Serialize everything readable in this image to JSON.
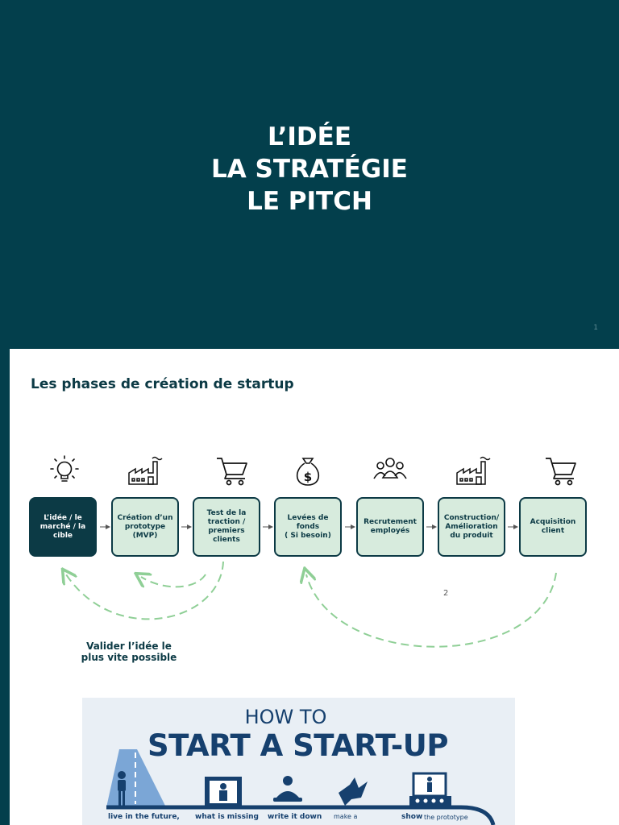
{
  "slide1": {
    "title_lines": [
      "L’IDÉE",
      "LA STRATÉGIE",
      "LE PITCH"
    ],
    "page_number": "1"
  },
  "slide2": {
    "title": "Les phases de création de startup",
    "phases": [
      {
        "label": "L’idée / le\nmarché / la\ncible",
        "icon": "lightbulb-icon"
      },
      {
        "label": "Création d’un\nprototype\n(MVP)",
        "icon": "factory-icon"
      },
      {
        "label": "Test de la\ntraction /\npremiers\nclients",
        "icon": "shopping-cart-icon"
      },
      {
        "label": "Levées de\nfonds\n( Si besoin)",
        "icon": "money-bag-icon"
      },
      {
        "label": "Recrutement\nemployés",
        "icon": "people-group-icon"
      },
      {
        "label": "Construction/\nAmélioration\ndu produit",
        "icon": "factory-icon"
      },
      {
        "label": "Acquisition\nclient",
        "icon": "shopping-cart-icon"
      }
    ],
    "page_number": "2",
    "validate_text": "Valider l’idée le\nplus vite possible",
    "colors": {
      "accent": "#0c3a45",
      "phase_fill": "#d7ebdd",
      "arrow": "#8fcf96"
    }
  },
  "infographic": {
    "how": "HOW TO",
    "title": "START A START-UP",
    "steps": [
      "live in the future,",
      "what is missing",
      "write it down",
      "make a",
      "show",
      "the prototype"
    ]
  }
}
